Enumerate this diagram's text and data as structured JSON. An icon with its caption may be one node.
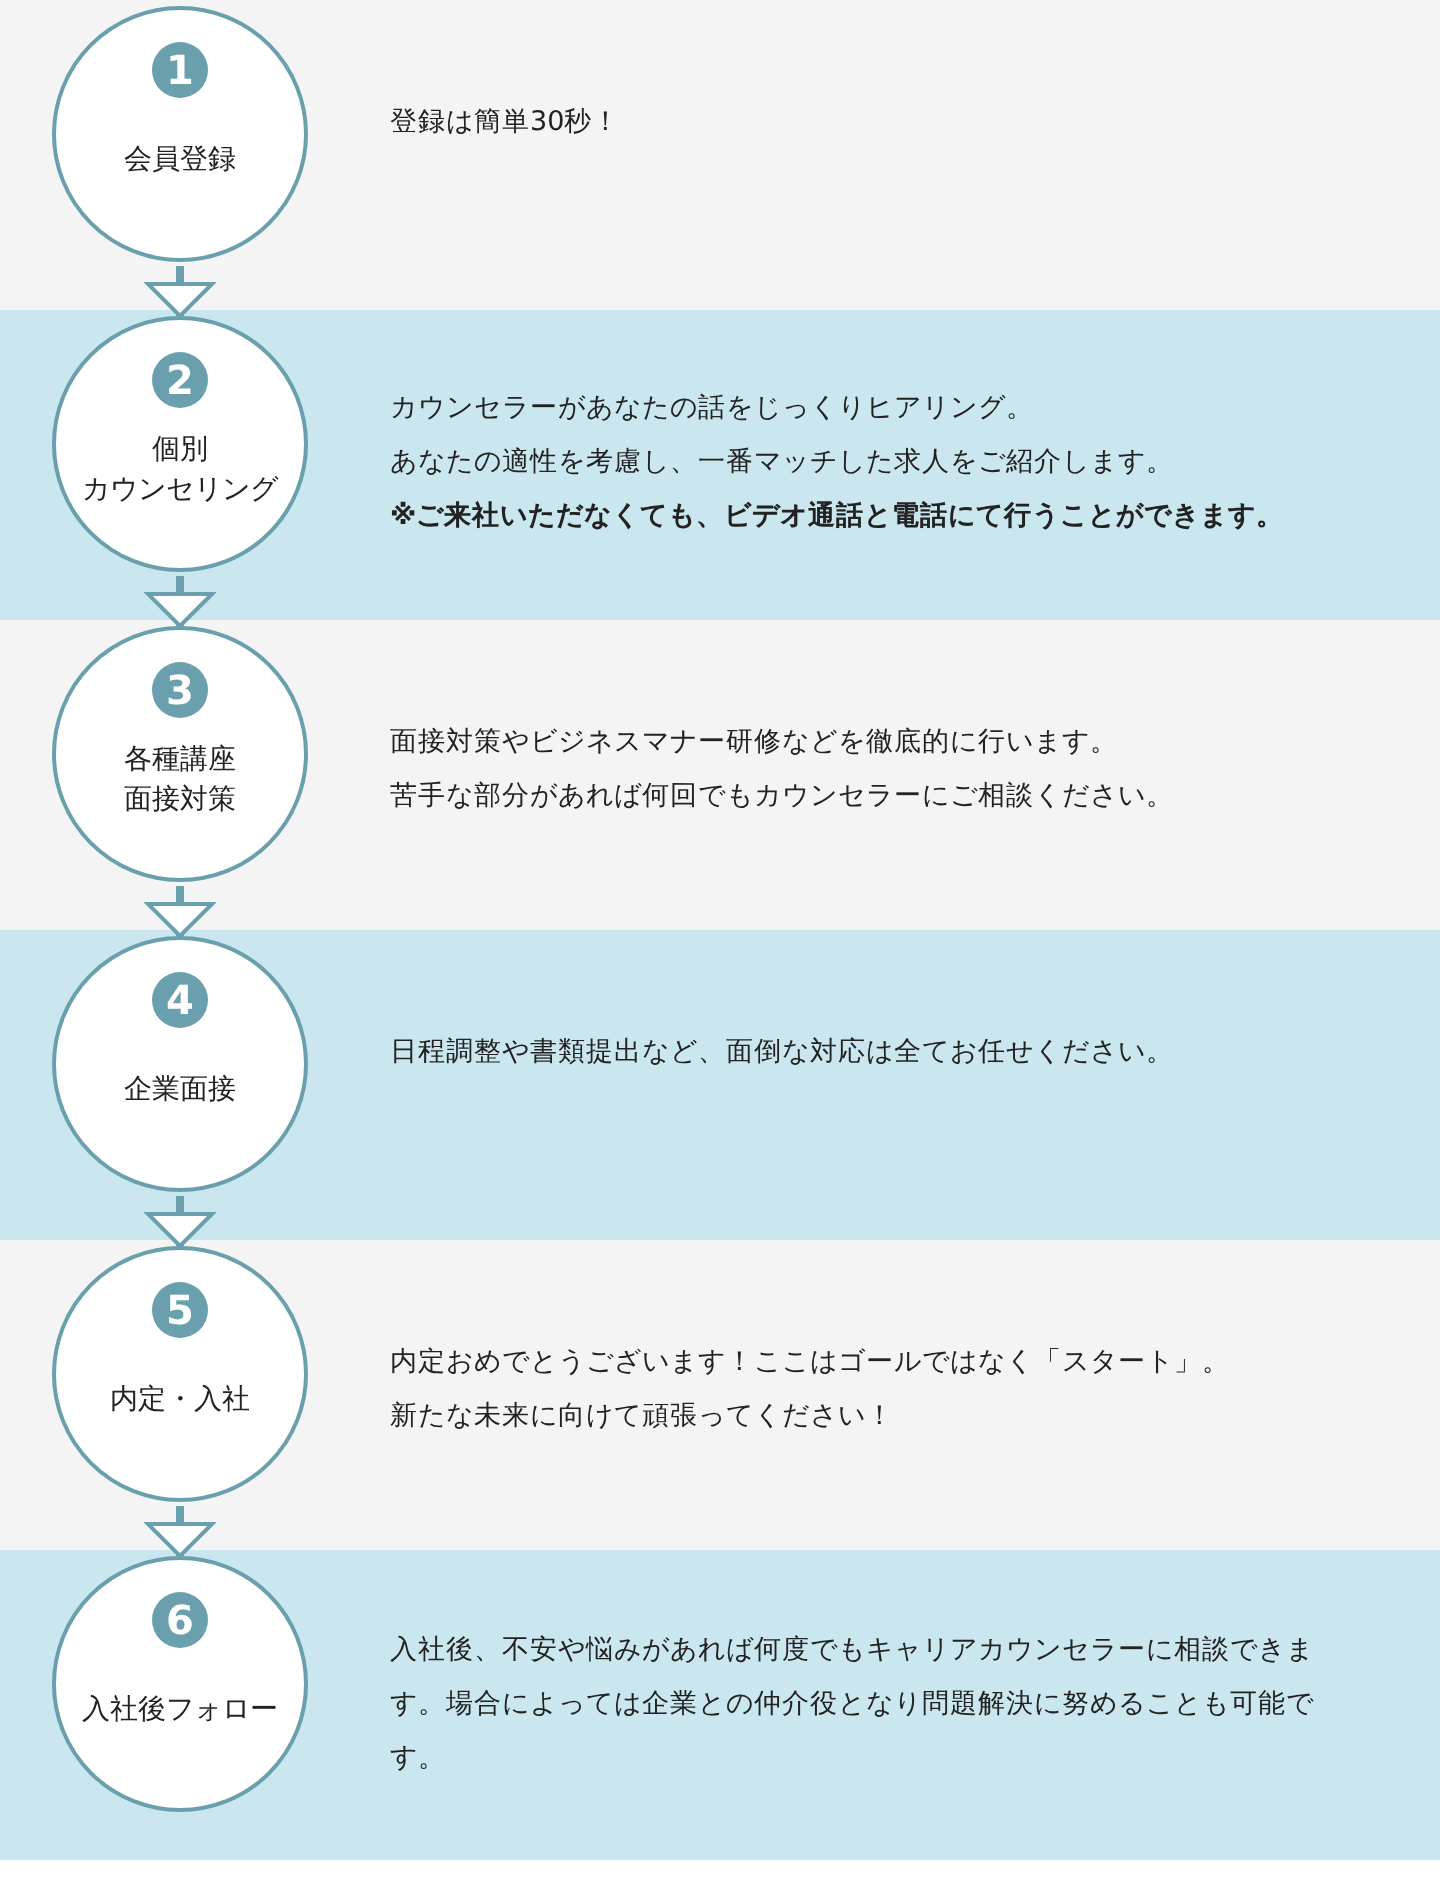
{
  "diagram": {
    "nodes": [
      {
        "text": [
          "1",
          "会員登録"
        ],
        "beside": [
          "登録は簡単30秒！"
        ]
      },
      {
        "text": [
          "2",
          "個別カウンセリング"
        ],
        "beside": [
          "カウンセラーがあなたの話をじっくりヒアリング。",
          "あなたの適性を考慮し、一番マッチした求人をご紹介します。",
          "※ご来社いただなくても、ビデオ通話と電話にて行うことができます。"
        ]
      },
      {
        "text": [
          "3",
          "各種講座面接対策"
        ],
        "beside": [
          "面接対策やビジネスマナー研修などを徹底的に行います。",
          "苦手な部分があれば何回でもカウンセラーにご相談ください。"
        ]
      },
      {
        "text": [
          "4",
          "企業面接"
        ],
        "beside": [
          "日程調整や書類提出など、面倒な対応は全てお任せください。"
        ]
      },
      {
        "text": [
          "5",
          "内定・入社"
        ],
        "beside": [
          "内定おめでとうございます！ここはゴールではなく「スタート」。",
          "新たな未来に向けて頑張ってください！"
        ]
      },
      {
        "text": [
          "6",
          "入社後フォロー"
        ],
        "beside": [
          "入社後、不安や悩みがあれば何度でもキャリアカウンセラーに相談できます。場合によっては企業との仲介役となり問題解決に努めることも可能です。"
        ]
      }
    ],
    "edges": [
      {
        "from": 0,
        "to": 1,
        "arrow": "to"
      },
      {
        "from": 1,
        "to": 2,
        "arrow": "to"
      },
      {
        "from": 2,
        "to": 3,
        "arrow": "to"
      },
      {
        "from": 3,
        "to": 4,
        "arrow": "to"
      },
      {
        "from": 4,
        "to": 5,
        "arrow": "to"
      }
    ]
  }
}
